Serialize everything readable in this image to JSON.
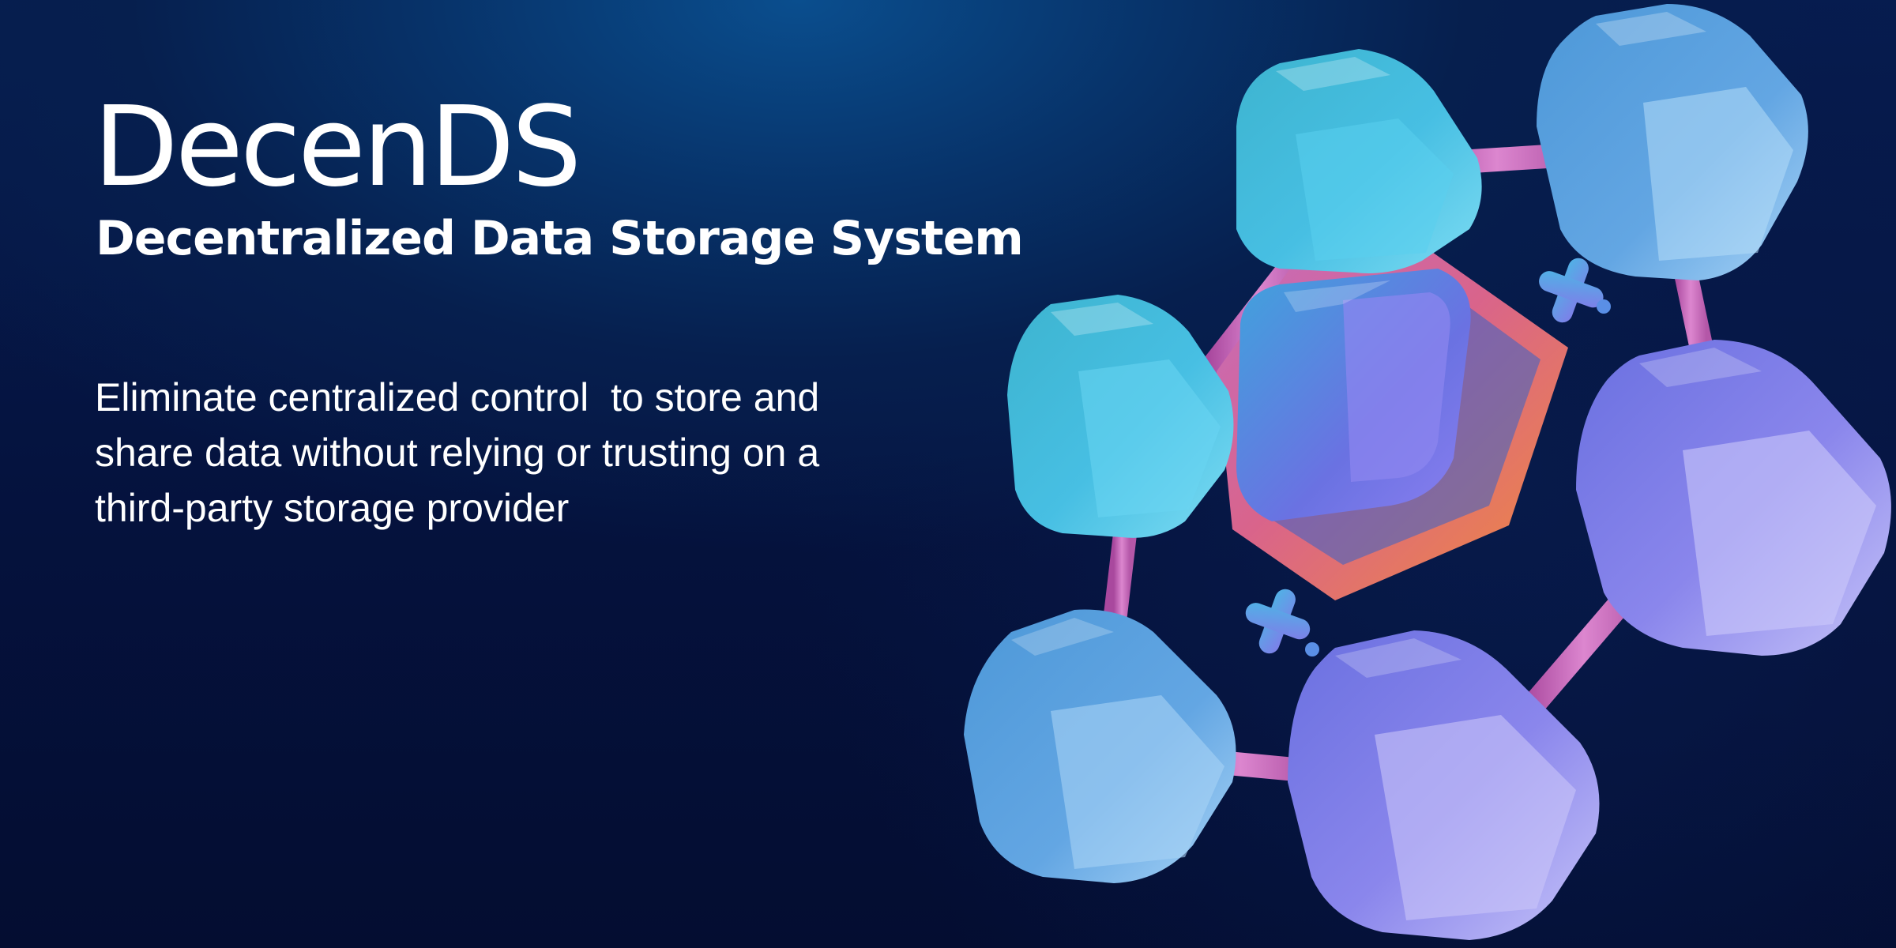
{
  "hero": {
    "title": "DecenDS",
    "subtitle": "Decentralized Data Storage System",
    "description_lines": [
      "Eliminate centralized control  to store and",
      "share data without relying or trusting on a",
      "third-party storage provider"
    ]
  },
  "illustration": {
    "icon": "molecular-hexagon-network-icon",
    "colors": {
      "background_dark": "#040d31",
      "background_glow": "#0a4e8e",
      "cube_cyan": "#4fc3e0",
      "cube_blue": "#5aa0dd",
      "cube_violet": "#8a86ec",
      "connector_pink": "#c96bb8",
      "frame_orange": "#e8733a"
    }
  }
}
